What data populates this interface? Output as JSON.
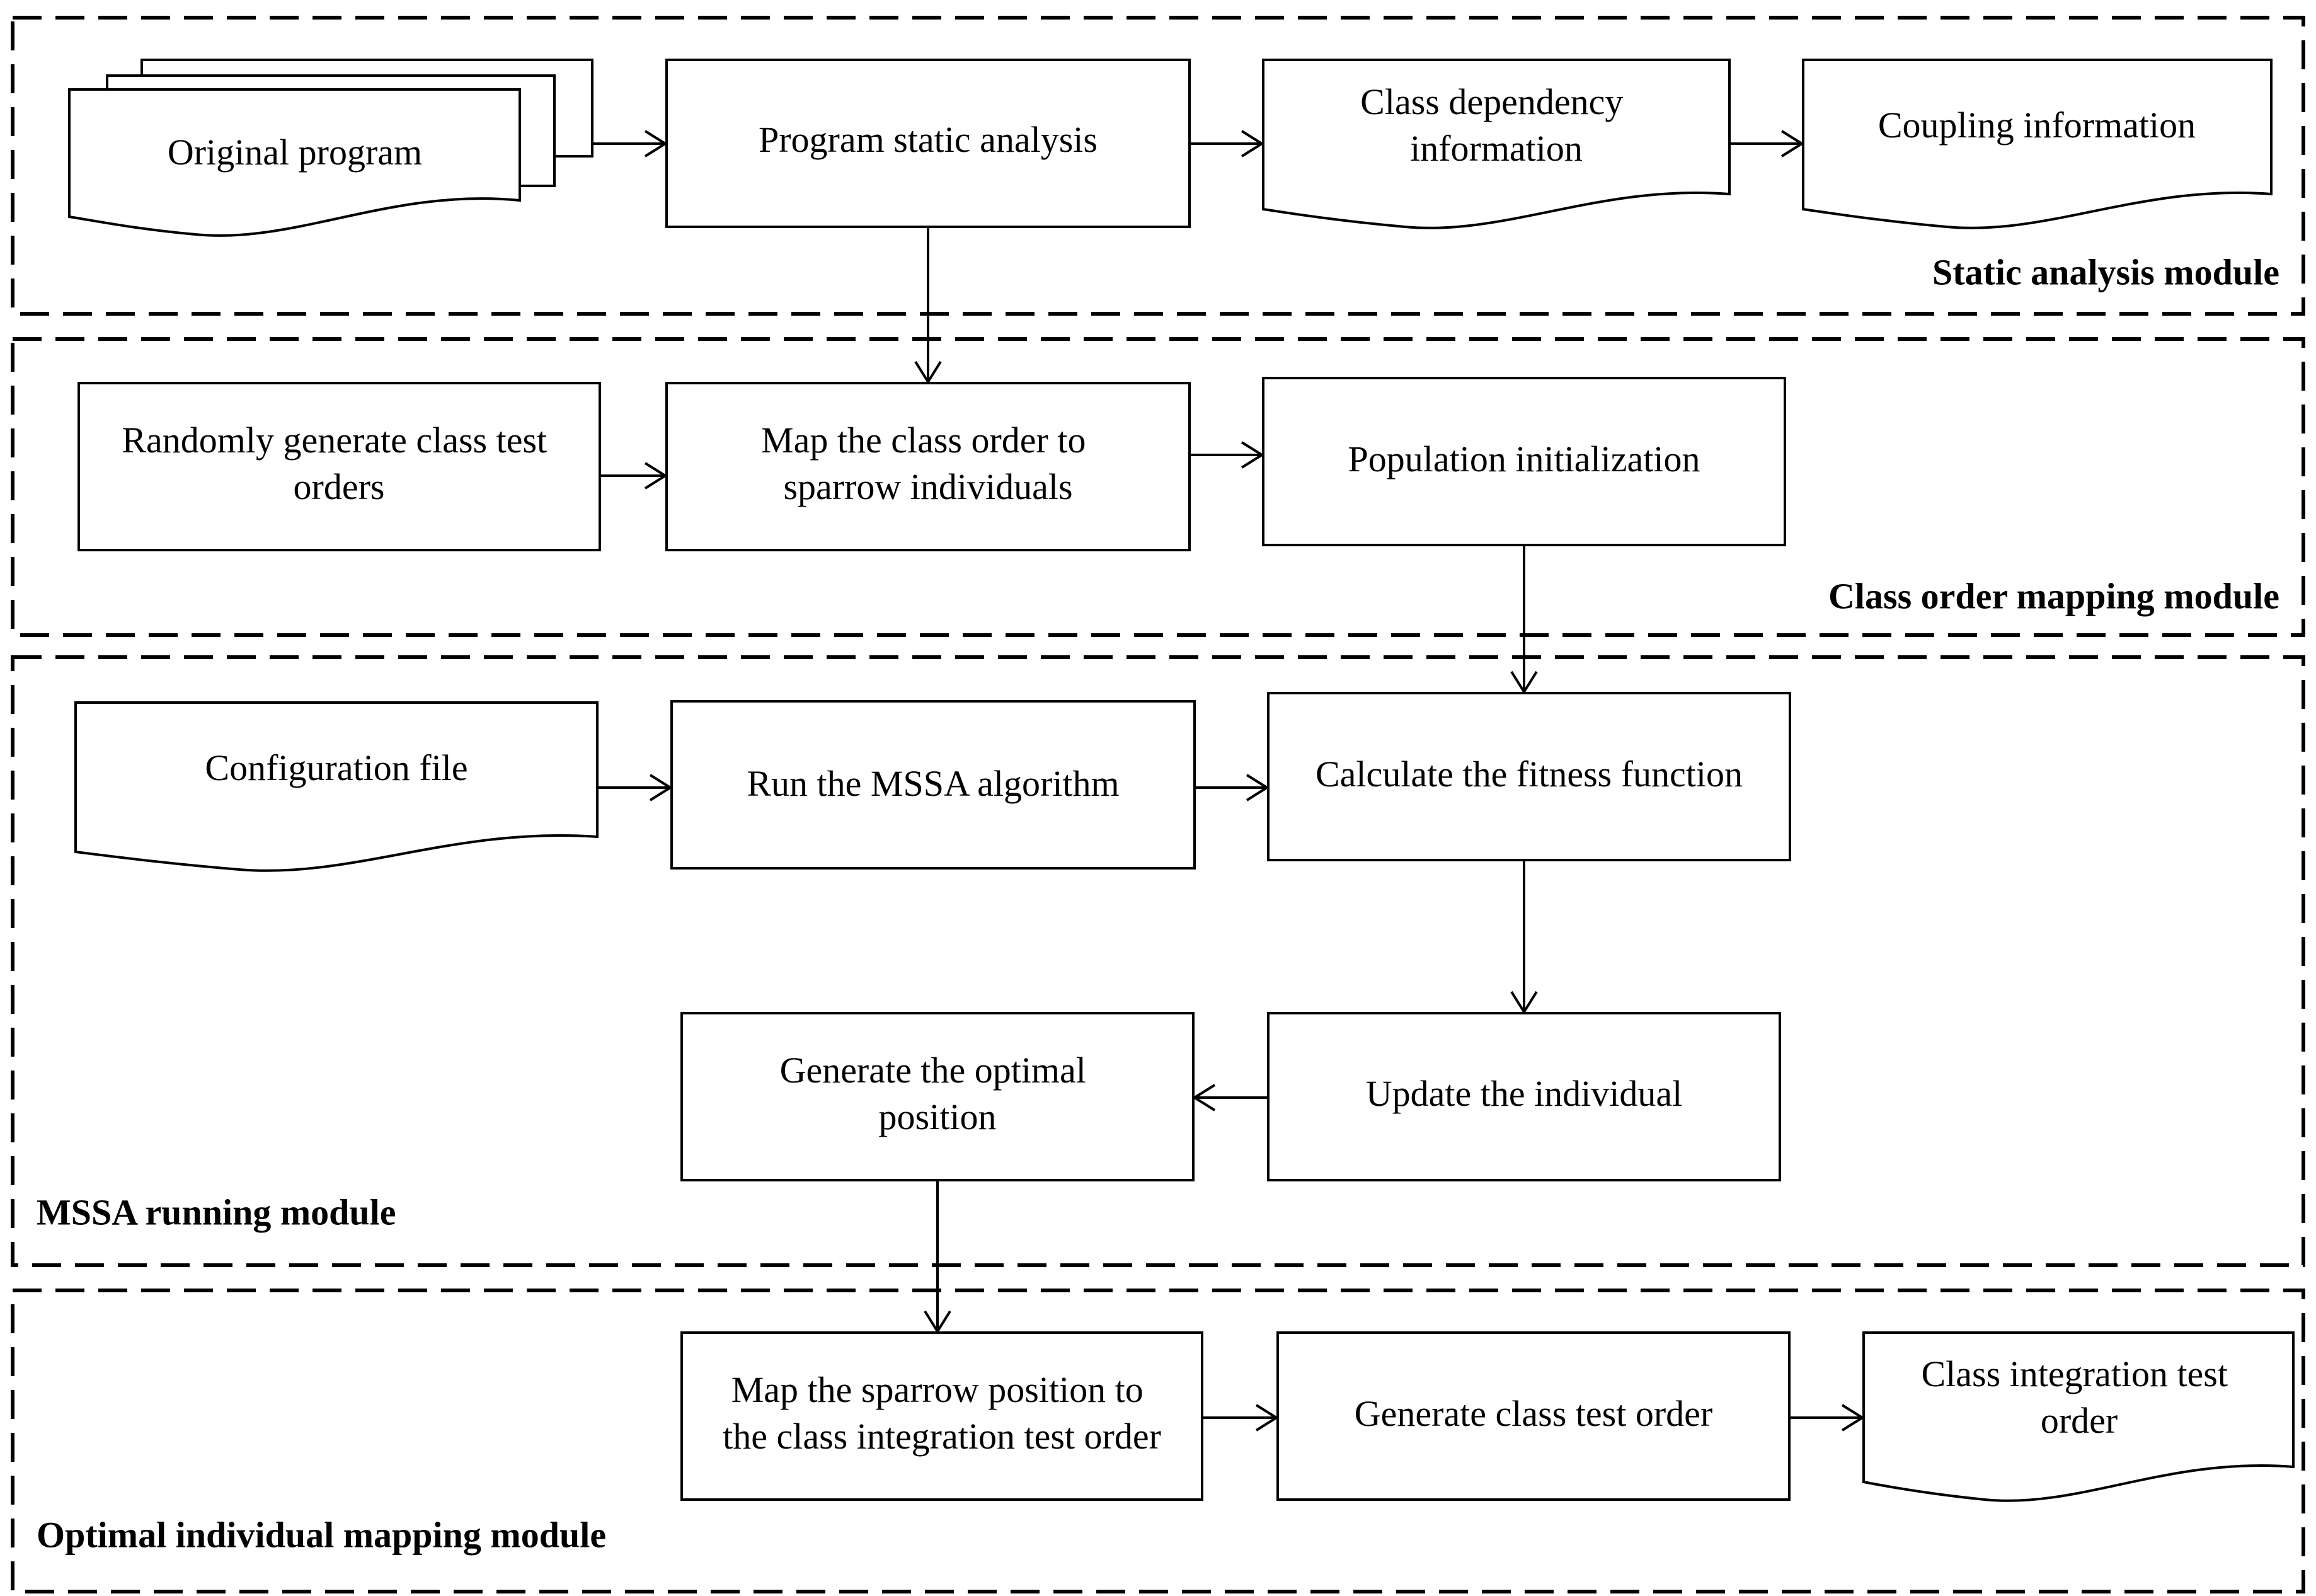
{
  "modules": {
    "static_analysis": "Static analysis module",
    "class_order_mapping": "Class order mapping module",
    "mssa_running": "MSSA running module",
    "optimal_mapping": "Optimal individual mapping module"
  },
  "nodes": {
    "original_program": [
      "Original program"
    ],
    "static_analysis": [
      "Program static analysis"
    ],
    "class_dependency": [
      "Class dependency",
      "information"
    ],
    "coupling_info": [
      "Coupling information"
    ],
    "random_orders": [
      "Randomly generate class test",
      "orders"
    ],
    "map_order": [
      "Map the class order to",
      "sparrow individuals"
    ],
    "population_init": [
      "Population initialization"
    ],
    "config_file": [
      "Configuration file"
    ],
    "run_mssa": [
      "Run the MSSA algorithm"
    ],
    "fitness": [
      "Calculate the fitness function"
    ],
    "update_individual": [
      "Update the individual"
    ],
    "optimal_position": [
      "Generate the optimal",
      "position"
    ],
    "map_position": [
      "Map the sparrow position to",
      "the class integration test order"
    ],
    "gen_order": [
      "Generate class test order"
    ],
    "integration_order": [
      "Class integration test",
      "order"
    ]
  }
}
